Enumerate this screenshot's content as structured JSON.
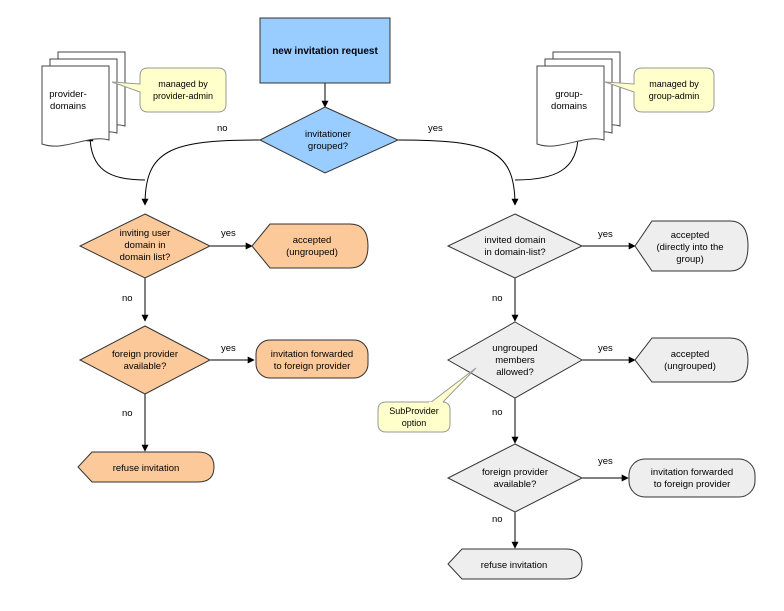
{
  "start": {
    "label": "new invitation request"
  },
  "decision_root": {
    "lines": [
      "invitationer",
      "grouped?"
    ]
  },
  "branch_no": "no",
  "branch_yes": "yes",
  "provider_store": {
    "lines": [
      "provider-",
      "domains"
    ]
  },
  "provider_note": {
    "lines": [
      "managed by",
      "provider-admin"
    ]
  },
  "group_store": {
    "lines": [
      "group-",
      "domains"
    ]
  },
  "group_note": {
    "lines": [
      "managed by",
      "group-admin"
    ]
  },
  "left": {
    "decision_domain": {
      "lines": [
        "inviting user",
        "domain in",
        "domain list?"
      ]
    },
    "accepted": {
      "lines": [
        "accepted",
        "(ungrouped)"
      ]
    },
    "decision_foreign": {
      "lines": [
        "foreign provider",
        "available?"
      ]
    },
    "forwarded": {
      "lines": [
        "invitation forwarded",
        "to foreign provider"
      ]
    },
    "refuse": "refuse invitation"
  },
  "right": {
    "decision_domain": {
      "lines": [
        "invited domain",
        "in domain-list?"
      ]
    },
    "accepted_group": {
      "lines": [
        "accepted",
        "(directly into the",
        "group)"
      ]
    },
    "decision_ungrouped": {
      "lines": [
        "ungrouped",
        "members",
        "allowed?"
      ]
    },
    "accepted_ungrouped": {
      "lines": [
        "accepted",
        "(ungrouped)"
      ]
    },
    "subprovider_note": {
      "lines": [
        "SubProvider",
        "option"
      ]
    },
    "decision_foreign": {
      "lines": [
        "foreign provider",
        "available?"
      ]
    },
    "forwarded": {
      "lines": [
        "invitation forwarded",
        "to foreign provider"
      ]
    },
    "refuse": "refuse invitation"
  },
  "edge_labels": {
    "yes": "yes",
    "no": "no"
  },
  "colors": {
    "start_fill": "#99ccff",
    "root_diamond_fill": "#99ccff",
    "left_fill": "#fcc99b",
    "right_fill": "#eeeeee",
    "note_fill": "#ffffcc",
    "stroke": "#333333"
  }
}
